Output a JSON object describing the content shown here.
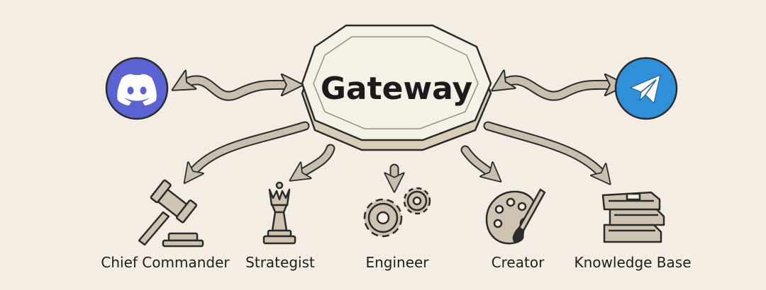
{
  "hub": {
    "title": "Gateway"
  },
  "channels": [
    {
      "id": "discord",
      "icon": "discord-icon",
      "color": "#5b63d3"
    },
    {
      "id": "telegram",
      "icon": "telegram-icon",
      "color": "#2f8fd8"
    }
  ],
  "agents": [
    {
      "label": "Chief Commander",
      "icon": "gavel-icon"
    },
    {
      "label": "Strategist",
      "icon": "chess-queen-icon"
    },
    {
      "label": "Engineer",
      "icon": "gears-icon"
    },
    {
      "label": "Creator",
      "icon": "palette-icon"
    },
    {
      "label": "Knowledge Base",
      "icon": "books-icon"
    }
  ],
  "colors": {
    "background": "#f3ede3",
    "hub_fill": "#f6f1e6",
    "hub_side": "#d9cdb8",
    "arrow": "#c9bfae",
    "ink": "#2b2b2b"
  }
}
